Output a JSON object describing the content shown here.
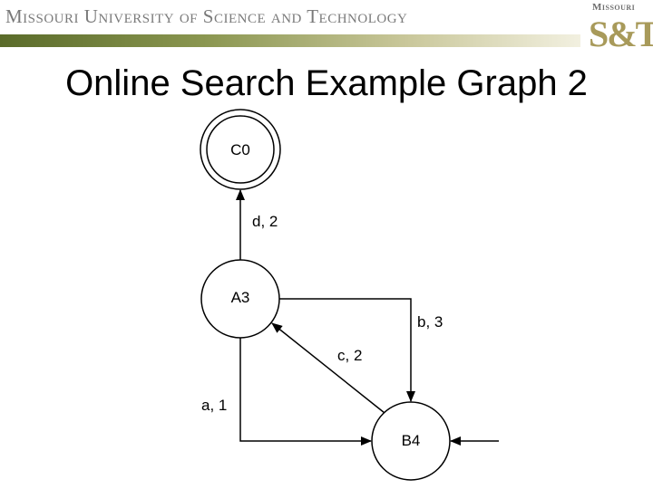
{
  "header": {
    "university_name": "Missouri University of Science and Technology",
    "logo_top_text": "Missouri",
    "logo_main_text": "S&T",
    "bar_gradient": [
      "#5a6b2a",
      "#8a9650",
      "#c9c79a",
      "#f2f0e0"
    ]
  },
  "slide": {
    "title": "Online Search Example Graph 2"
  },
  "diagram": {
    "nodes": [
      {
        "id": "C0",
        "label": "C0",
        "goal": true
      },
      {
        "id": "A3",
        "label": "A3",
        "goal": false
      },
      {
        "id": "B4",
        "label": "B4",
        "goal": false,
        "start": true
      }
    ],
    "edges": [
      {
        "from": "A3",
        "to": "C0",
        "label": "d, 2"
      },
      {
        "from": "A3",
        "to": "B4",
        "label": "b, 3"
      },
      {
        "from": "B4",
        "to": "A3",
        "label": "c, 2"
      },
      {
        "from": "A3",
        "to": "B4",
        "label": "a, 1"
      }
    ]
  }
}
